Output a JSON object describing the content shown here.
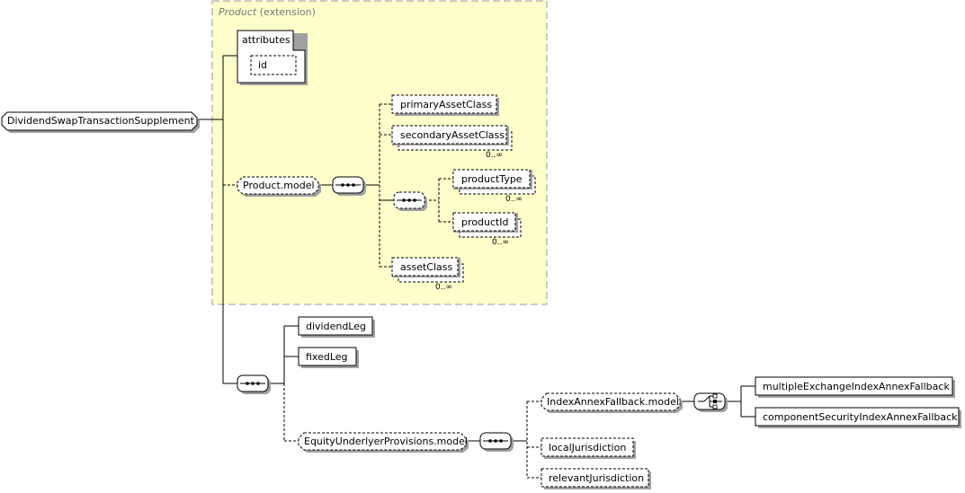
{
  "extension": {
    "title_type": "Product",
    "title_suffix": "(extension)"
  },
  "attributes": {
    "label": "attributes",
    "id_label": "id"
  },
  "nodes": {
    "root": "DividendSwapTransactionSupplement",
    "product_model": "Product.model",
    "primary_asset_class": "primaryAssetClass",
    "secondary_asset_class": "secondaryAssetClass",
    "product_type": "productType",
    "product_id": "productId",
    "asset_class": "assetClass",
    "dividend_leg": "dividendLeg",
    "fixed_leg": "fixedLeg",
    "equity_underlyer_provisions_model": "EquityUnderlyerProvisions.model",
    "index_annex_fallback_model": "IndexAnnexFallback.model",
    "local_jurisdiction": "localJurisdiction",
    "relevant_jurisdiction": "relevantJurisdiction",
    "multiple_exchange_index_annex_fallback": "multipleExchangeIndexAnnexFallback",
    "component_security_index_annex_fallback": "componentSecurityIndexAnnexFallback"
  },
  "cardinalities": {
    "secondary_asset_class": "0..∞",
    "product_type": "0..∞",
    "product_id": "0..∞",
    "asset_class": "0..∞"
  },
  "colors": {
    "extension_fill": "#ffffcc",
    "extension_border": "#999999",
    "line": "#000000",
    "shadow": "#a0a0a0"
  }
}
